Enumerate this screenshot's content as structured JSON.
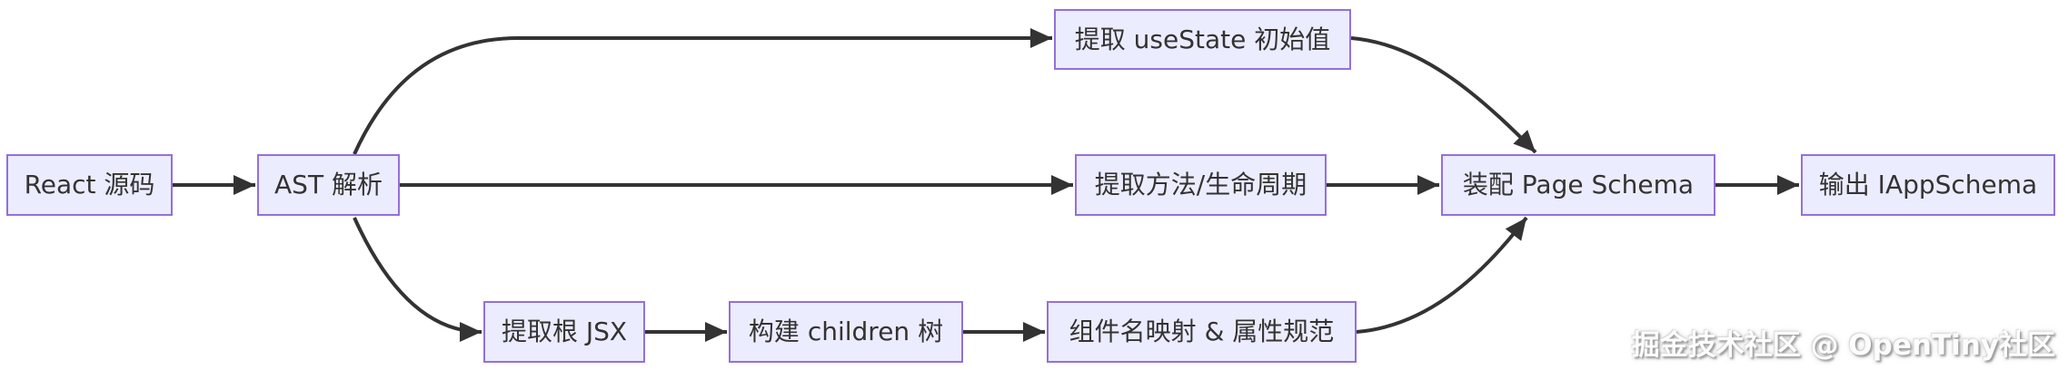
{
  "diagram": {
    "type": "flowchart",
    "direction": "left-to-right",
    "colors": {
      "node_fill": "#ECECFF",
      "node_border": "#9370DB",
      "edge_stroke": "#333333",
      "text": "#333333"
    },
    "nodes": [
      {
        "id": "react-source",
        "label": "React 源码"
      },
      {
        "id": "ast-parse",
        "label": "AST 解析"
      },
      {
        "id": "extract-usestate",
        "label": "提取 useState 初始值"
      },
      {
        "id": "extract-methods",
        "label": "提取方法/生命周期"
      },
      {
        "id": "extract-root-jsx",
        "label": "提取根 JSX"
      },
      {
        "id": "build-children-tree",
        "label": "构建 children 树"
      },
      {
        "id": "component-mapping",
        "label": "组件名映射 & 属性规范"
      },
      {
        "id": "assemble-page-schema",
        "label": "装配 Page Schema"
      },
      {
        "id": "output-iappschema",
        "label": "输出 IAppSchema"
      }
    ],
    "edges": [
      {
        "from": "react-source",
        "to": "ast-parse"
      },
      {
        "from": "ast-parse",
        "to": "extract-usestate"
      },
      {
        "from": "ast-parse",
        "to": "extract-methods"
      },
      {
        "from": "ast-parse",
        "to": "extract-root-jsx"
      },
      {
        "from": "extract-root-jsx",
        "to": "build-children-tree"
      },
      {
        "from": "build-children-tree",
        "to": "component-mapping"
      },
      {
        "from": "extract-usestate",
        "to": "assemble-page-schema"
      },
      {
        "from": "extract-methods",
        "to": "assemble-page-schema"
      },
      {
        "from": "component-mapping",
        "to": "assemble-page-schema"
      },
      {
        "from": "assemble-page-schema",
        "to": "output-iappschema"
      }
    ]
  },
  "watermark": {
    "text": "掘金技术社区 @ OpenTiny社区"
  }
}
